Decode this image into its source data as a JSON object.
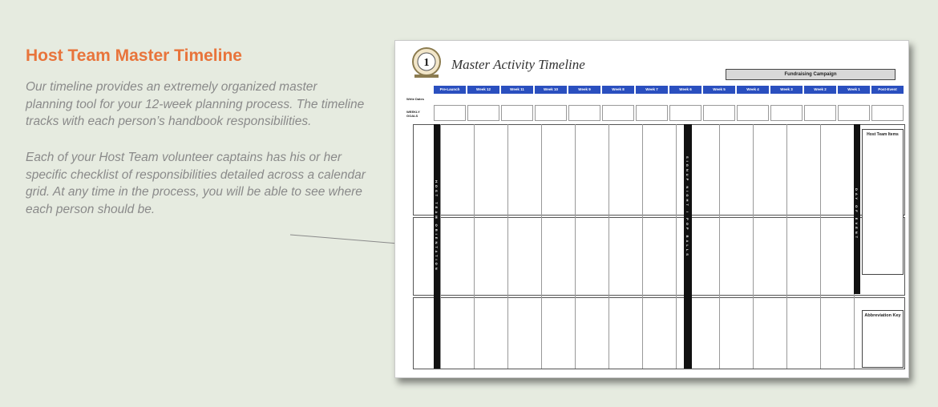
{
  "heading": "Host Team Master Timeline",
  "paragraph1": "Our timeline provides an extremely organized master planning tool for your 12-week planning process. The timeline tracks with each person’s handbook responsibilities.",
  "paragraph2": "Each of your Host Team volunteer captains has his or her specific checklist of responsibilities detailed across a calendar grid. At any time in the process, you will be able to see where each person should be.",
  "colors": {
    "heading": "#e8743b",
    "body_text": "#8a8a8a",
    "background": "#e6ebe0",
    "week_bar": "#2a4fbf",
    "goal_text": "#2e7d32"
  },
  "document": {
    "title": "Master Activity Timeline",
    "fundraising": "Fundraising Campaign",
    "weeks": [
      "Pre-Launch",
      "Week 12",
      "Week 11",
      "Week 10",
      "Week 9",
      "Week 8",
      "Week 7",
      "Week 6",
      "Week 5",
      "Week 4",
      "Week 3",
      "Week 2",
      "Week 1",
      "Post-Event"
    ],
    "date_label": "Write Dates",
    "goals_label": "WEEKLY GOALS",
    "host_team_bar": "HOST TEAM ORIENTATION",
    "middle_bar": "SIGNUP NIGHT / POP BALLS",
    "day_of_bar": "DAY OF EVENT",
    "side_title": "Host Team Items",
    "abbreviation_title": "Abbreviation Key"
  }
}
